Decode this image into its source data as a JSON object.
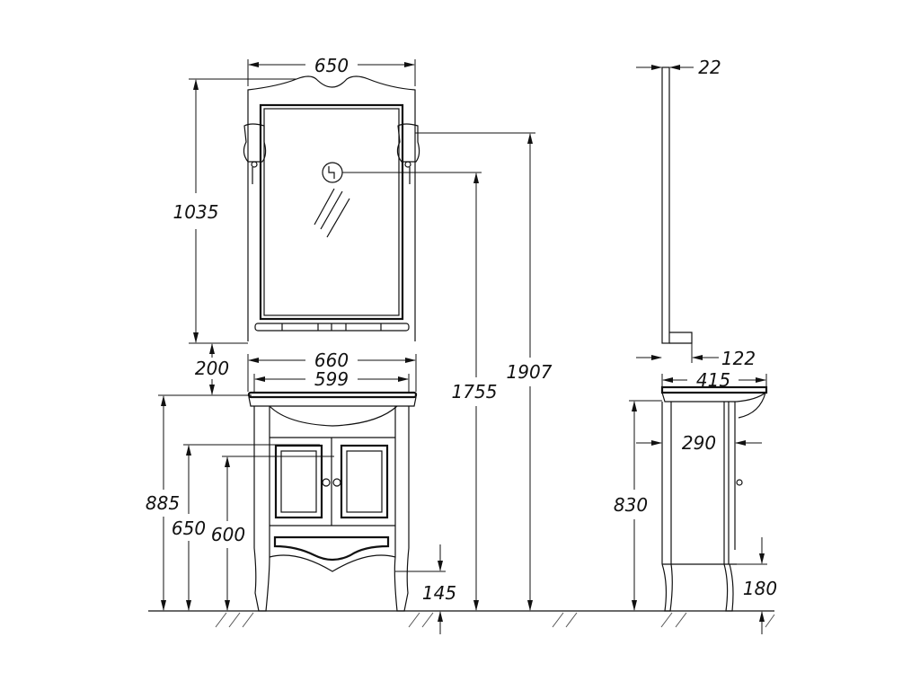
{
  "drawing": {
    "front_view": {
      "mirror_width": "650",
      "mirror_height": "1035",
      "gap_mirror_to_vanity": "200",
      "vanity_top_width": "660",
      "basin_width": "599",
      "vanity_height": "885",
      "drain_height_1": "650",
      "drain_height_2": "600",
      "leg_clearance": "145",
      "outlet_height": "1755",
      "lamp_height": "1907"
    },
    "side_view": {
      "mirror_depth": "22",
      "mirror_shelf_depth": "122",
      "vanity_depth": "415",
      "cabinet_depth": "290",
      "cabinet_height": "830",
      "side_leg_clearance": "180"
    }
  },
  "colors": {
    "line": "#111111",
    "background": "#ffffff"
  }
}
